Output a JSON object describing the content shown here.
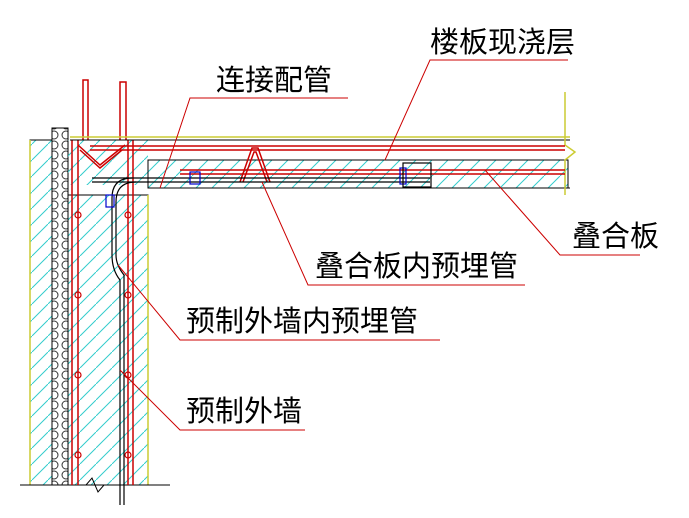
{
  "labels": {
    "cast_in_place_layer": "楼板现浇层",
    "connecting_pipe": "连接配管",
    "composite_slab": "叠合板",
    "embedded_pipe_in_slab": "叠合板内预埋管",
    "embedded_pipe_in_wall": "预制外墙内预埋管",
    "precast_exterior_wall": "预制外墙"
  },
  "colors": {
    "background": "#ffffff",
    "hatch": "#33cccc",
    "outline": "#000000",
    "rebar": "#cc0000",
    "leader": "#cc0000",
    "slab_top": "#cccc33",
    "fitting": "#0000cc",
    "insulation": "#333333"
  }
}
